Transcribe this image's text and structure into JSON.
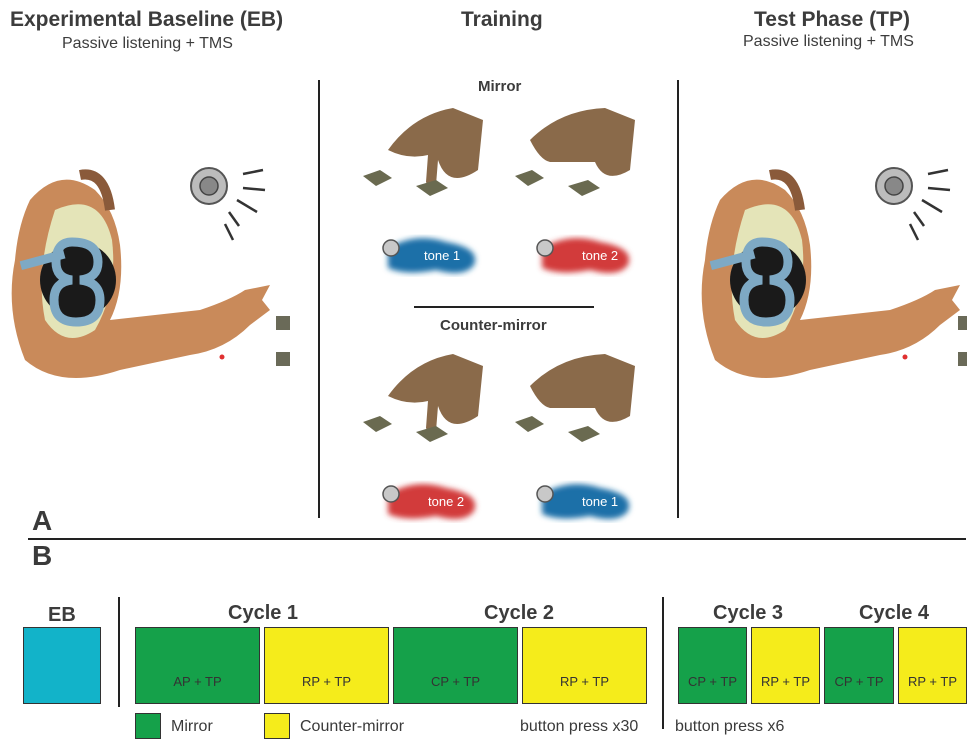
{
  "panel_a": {
    "letter": "A",
    "baseline": {
      "title": "Experimental Baseline (EB)",
      "subtitle": "Passive listening + TMS"
    },
    "training": {
      "title": "Training",
      "mirror_label": "Mirror",
      "counter_label": "Counter-mirror",
      "mirror_tones": [
        "tone 1",
        "tone 2"
      ],
      "counter_tones": [
        "tone 2",
        "tone 1"
      ]
    },
    "test": {
      "title": "Test Phase (TP)",
      "subtitle": "Passive listening + TMS"
    },
    "colors": {
      "tone_blue": "#1e6fa8",
      "tone_red": "#d23a3a"
    }
  },
  "panel_b": {
    "letter": "B",
    "eb_label": "EB",
    "cycles": [
      "Cycle 1",
      "Cycle 2",
      "Cycle 3",
      "Cycle 4"
    ],
    "blocks": [
      "AP + TP",
      "RP + TP",
      "CP + TP",
      "RP + TP",
      "CP + TP",
      "RP + TP",
      "CP + TP",
      "RP + TP"
    ],
    "legend": {
      "mirror": "Mirror",
      "counter": "Counter-mirror"
    },
    "notes": {
      "press30": "button press x30",
      "press6": "button press x6"
    },
    "colors": {
      "eb": "#12b3c9",
      "mirror": "#15a14a",
      "counter": "#f5ec1b"
    }
  }
}
